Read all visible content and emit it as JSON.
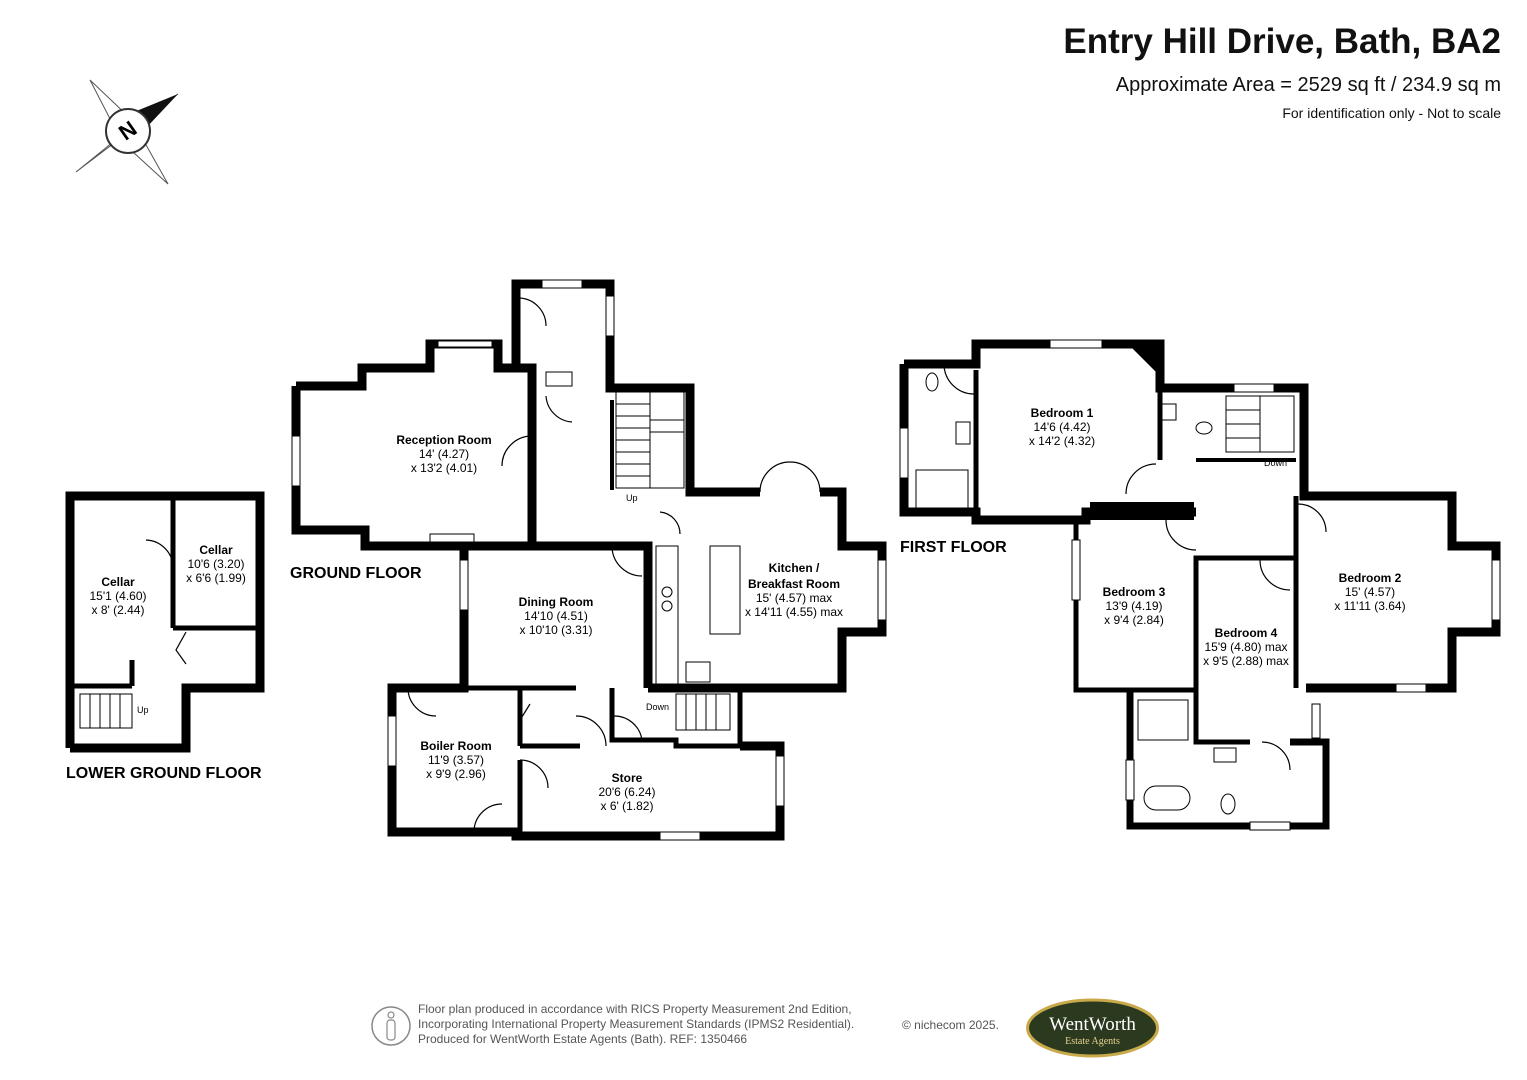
{
  "header": {
    "title": "Entry Hill Drive, Bath, BA2",
    "area": "Approximate Area = 2529 sq ft / 234.9 sq m",
    "note": "For identification only - Not to scale"
  },
  "compass": {
    "letter": "N"
  },
  "floors": {
    "lower": "LOWER GROUND FLOOR",
    "ground": "GROUND FLOOR",
    "first": "FIRST FLOOR"
  },
  "rooms": {
    "cellar1": {
      "name": "Cellar",
      "d1": "15'1 (4.60)",
      "d2": "x 8' (2.44)"
    },
    "cellar2": {
      "name": "Cellar",
      "d1": "10'6 (3.20)",
      "d2": "x 6'6 (1.99)"
    },
    "reception": {
      "name": "Reception Room",
      "d1": "14' (4.27)",
      "d2": "x 13'2 (4.01)"
    },
    "dining": {
      "name": "Dining Room",
      "d1": "14'10 (4.51)",
      "d2": "x 10'10 (3.31)"
    },
    "kitchen": {
      "name1": "Kitchen /",
      "name2": "Breakfast Room",
      "d1": "15' (4.57) max",
      "d2": "x 14'11 (4.55) max"
    },
    "boiler": {
      "name": "Boiler Room",
      "d1": "11'9 (3.57)",
      "d2": "x 9'9 (2.96)"
    },
    "store": {
      "name": "Store",
      "d1": "20'6 (6.24)",
      "d2": "x 6' (1.82)"
    },
    "bed1": {
      "name": "Bedroom 1",
      "d1": "14'6 (4.42)",
      "d2": "x 14'2 (4.32)"
    },
    "bed2": {
      "name": "Bedroom 2",
      "d1": "15' (4.57)",
      "d2": "x 11'11 (3.64)"
    },
    "bed3": {
      "name": "Bedroom 3",
      "d1": "13'9 (4.19)",
      "d2": "x 9'4 (2.84)"
    },
    "bed4": {
      "name": "Bedroom 4",
      "d1": "15'9 (4.80) max",
      "d2": "x 9'5 (2.88) max"
    }
  },
  "stairs": {
    "up": "Up",
    "down": "Down"
  },
  "footer": {
    "line1": "Floor plan produced in accordance with RICS Property Measurement 2nd Edition,",
    "line2": "Incorporating International Property Measurement Standards (IPMS2 Residential).",
    "line3": "Produced for WentWorth Estate Agents (Bath).   REF:  1350466",
    "copyright": "© nichecom 2025."
  },
  "logo": {
    "name": "WentWorth",
    "sub": "Estate Agents"
  },
  "colors": {
    "wall": "#000000",
    "logo_bg": "#2b3a1f",
    "logo_border": "#c9a94a"
  }
}
